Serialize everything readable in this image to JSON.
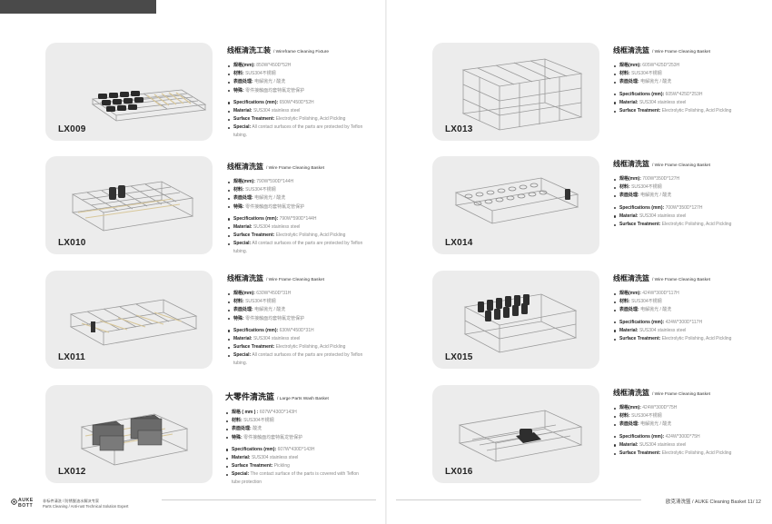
{
  "footer": {
    "logo_top": "AUKE",
    "logo_bottom": "BOTT",
    "tagline_cn": "非标件清洗 / 防锈脱油水解决专家",
    "tagline_en": "Parts Cleaning / Anti-rust Technical Solution Expert",
    "page_label": "欧克清洗篮 / AUKE Cleaning Basket   11/ 12"
  },
  "products": [
    {
      "code": "LX009",
      "title_cn": "线框清洗工装",
      "title_en": "/ Wireframe Cleaning Fixture",
      "specs_cn": [
        {
          "k": "规格(mm):",
          "v": "850W*450D*52H"
        },
        {
          "k": "材料:",
          "v": "SUS304不锈钢"
        },
        {
          "k": "表面处理:",
          "v": "电解抛光 / 酸洗"
        },
        {
          "k": "特殊:",
          "v": "零件接触面均套特氟龙管保护"
        }
      ],
      "specs_en": [
        {
          "k": "Specifications (mm):",
          "v": "650W*450D*52H"
        },
        {
          "k": "Material:",
          "v": "SUS304 stainless steel"
        },
        {
          "k": "Surface Treatment:",
          "v": "Electrolytic Polishing, Acid Pickling"
        },
        {
          "k": "Special:",
          "v": "All contact surfaces of the parts are protected by Teflon tubing."
        }
      ]
    },
    {
      "code": "LX010",
      "title_cn": "线框清洗篮",
      "title_en": "/ Wire Frame Cleaning Basket",
      "specs_cn": [
        {
          "k": "规格(mm):",
          "v": "790W*590D*144H"
        },
        {
          "k": "材料:",
          "v": "SUS304不锈钢"
        },
        {
          "k": "表面处理:",
          "v": "电解抛光 / 酸洗"
        },
        {
          "k": "特殊:",
          "v": "零件接触面均套特氟龙管保护"
        }
      ],
      "specs_en": [
        {
          "k": "Specifications (mm):",
          "v": "790W*590D*144H"
        },
        {
          "k": "Material:",
          "v": "SUS304 stainless steel"
        },
        {
          "k": "Surface Treatment:",
          "v": "Electrolytic Polishing, Acid Pickling"
        },
        {
          "k": "Special:",
          "v": "All contact surfaces of the parts are protected by Teflon tubing."
        }
      ]
    },
    {
      "code": "LX011",
      "title_cn": "线框清洗篮",
      "title_en": "/ Wire Frame Cleaning Basket",
      "specs_cn": [
        {
          "k": "规格(mm):",
          "v": "630W*450D*31H"
        },
        {
          "k": "材料:",
          "v": "SUS304不锈钢"
        },
        {
          "k": "表面处理:",
          "v": "电解抛光 / 酸洗"
        },
        {
          "k": "特殊:",
          "v": "零件接触面均套特氟龙管保护"
        }
      ],
      "specs_en": [
        {
          "k": "Specifications (mm):",
          "v": "630W*450D*31H"
        },
        {
          "k": "Material:",
          "v": "SUS304 stainless steel"
        },
        {
          "k": "Surface Treatment:",
          "v": "Electrolytic Polishing, Acid Pickling"
        },
        {
          "k": "Special:",
          "v": "All contact surfaces of the parts are protected by Teflon tubing."
        }
      ]
    },
    {
      "code": "LX012",
      "title_cn": "大零件清洗篮",
      "title_en": "/ Large Parts Wash Basket",
      "specs_cn": [
        {
          "k": "规格 ( mm ) :",
          "v": "607W*430D*143H"
        },
        {
          "k": "材料:",
          "v": "SUS304不锈钢"
        },
        {
          "k": "表面处理:",
          "v": "酸洗"
        },
        {
          "k": "特殊:",
          "v": "零件接触面均套特氟龙管保护"
        }
      ],
      "specs_en": [
        {
          "k": "Specifications (mm):",
          "v": "607W*430D*143H"
        },
        {
          "k": "Material:",
          "v": "SUS304 stainless steel"
        },
        {
          "k": "Surface Treatment:",
          "v": "Pickling"
        },
        {
          "k": "Special:",
          "v": "The contact surface of the parts is covered with Teflon tube protection"
        }
      ]
    },
    {
      "code": "LX013",
      "title_cn": "线框清洗篮",
      "title_en": "/ Wire Frame Cleaning Basket",
      "specs_cn": [
        {
          "k": "规格(mm):",
          "v": "605W*425D*253H"
        },
        {
          "k": "材料:",
          "v": "SUS304不锈钢"
        },
        {
          "k": "表面处理:",
          "v": "电解抛光 / 酸洗"
        }
      ],
      "specs_en": [
        {
          "k": "Specifications (mm):",
          "v": "605W*425D*253H"
        },
        {
          "k": "Material:",
          "v": "SUS304 stainless steel"
        },
        {
          "k": "Surface Treatment:",
          "v": "Electrolytic Polishing, Acid Pickling"
        }
      ]
    },
    {
      "code": "LX014",
      "title_cn": "线框清洗篮",
      "title_en": "/ Wire Frame Cleaning Basket",
      "specs_cn": [
        {
          "k": "规格(mm):",
          "v": "700W*350D*127H"
        },
        {
          "k": "材料:",
          "v": "SUS304不锈钢"
        },
        {
          "k": "表面处理:",
          "v": "电解抛光 / 酸洗"
        }
      ],
      "specs_en": [
        {
          "k": "Specifications (mm):",
          "v": "700W*350D*127H"
        },
        {
          "k": "Material:",
          "v": "SUS304 stainless steel"
        },
        {
          "k": "Surface Treatment:",
          "v": "Electrolytic Polishing, Acid Pickling"
        }
      ]
    },
    {
      "code": "LX015",
      "title_cn": "线框清洗篮",
      "title_en": "/ Wire Frame Cleaning Basket",
      "specs_cn": [
        {
          "k": "规格(mm):",
          "v": "424W*300D*117H"
        },
        {
          "k": "材料:",
          "v": "SUS304不锈钢"
        },
        {
          "k": "表面处理:",
          "v": "电解抛光 / 酸洗"
        }
      ],
      "specs_en": [
        {
          "k": "Specifications (mm):",
          "v": "424W*300D*117H"
        },
        {
          "k": "Material:",
          "v": "SUS304 stainless steel"
        },
        {
          "k": "Surface Treatment:",
          "v": "Electrolytic Polishing, Acid Pickling"
        }
      ]
    },
    {
      "code": "LX016",
      "title_cn": "线框清洗篮",
      "title_en": "/ Wire Frame Cleaning Basket",
      "specs_cn": [
        {
          "k": "规格(mm):",
          "v": "424W*300D*75H"
        },
        {
          "k": "材料:",
          "v": "SUS304不锈钢"
        },
        {
          "k": "表面处理:",
          "v": "电解抛光 / 酸洗"
        }
      ],
      "specs_en": [
        {
          "k": "Specifications (mm):",
          "v": "424W*300D*75H"
        },
        {
          "k": "Material:",
          "v": "SUS304 stainless steel"
        },
        {
          "k": "Surface Treatment:",
          "v": "Electrolytic Polishing, Acid Pickling"
        }
      ]
    }
  ]
}
